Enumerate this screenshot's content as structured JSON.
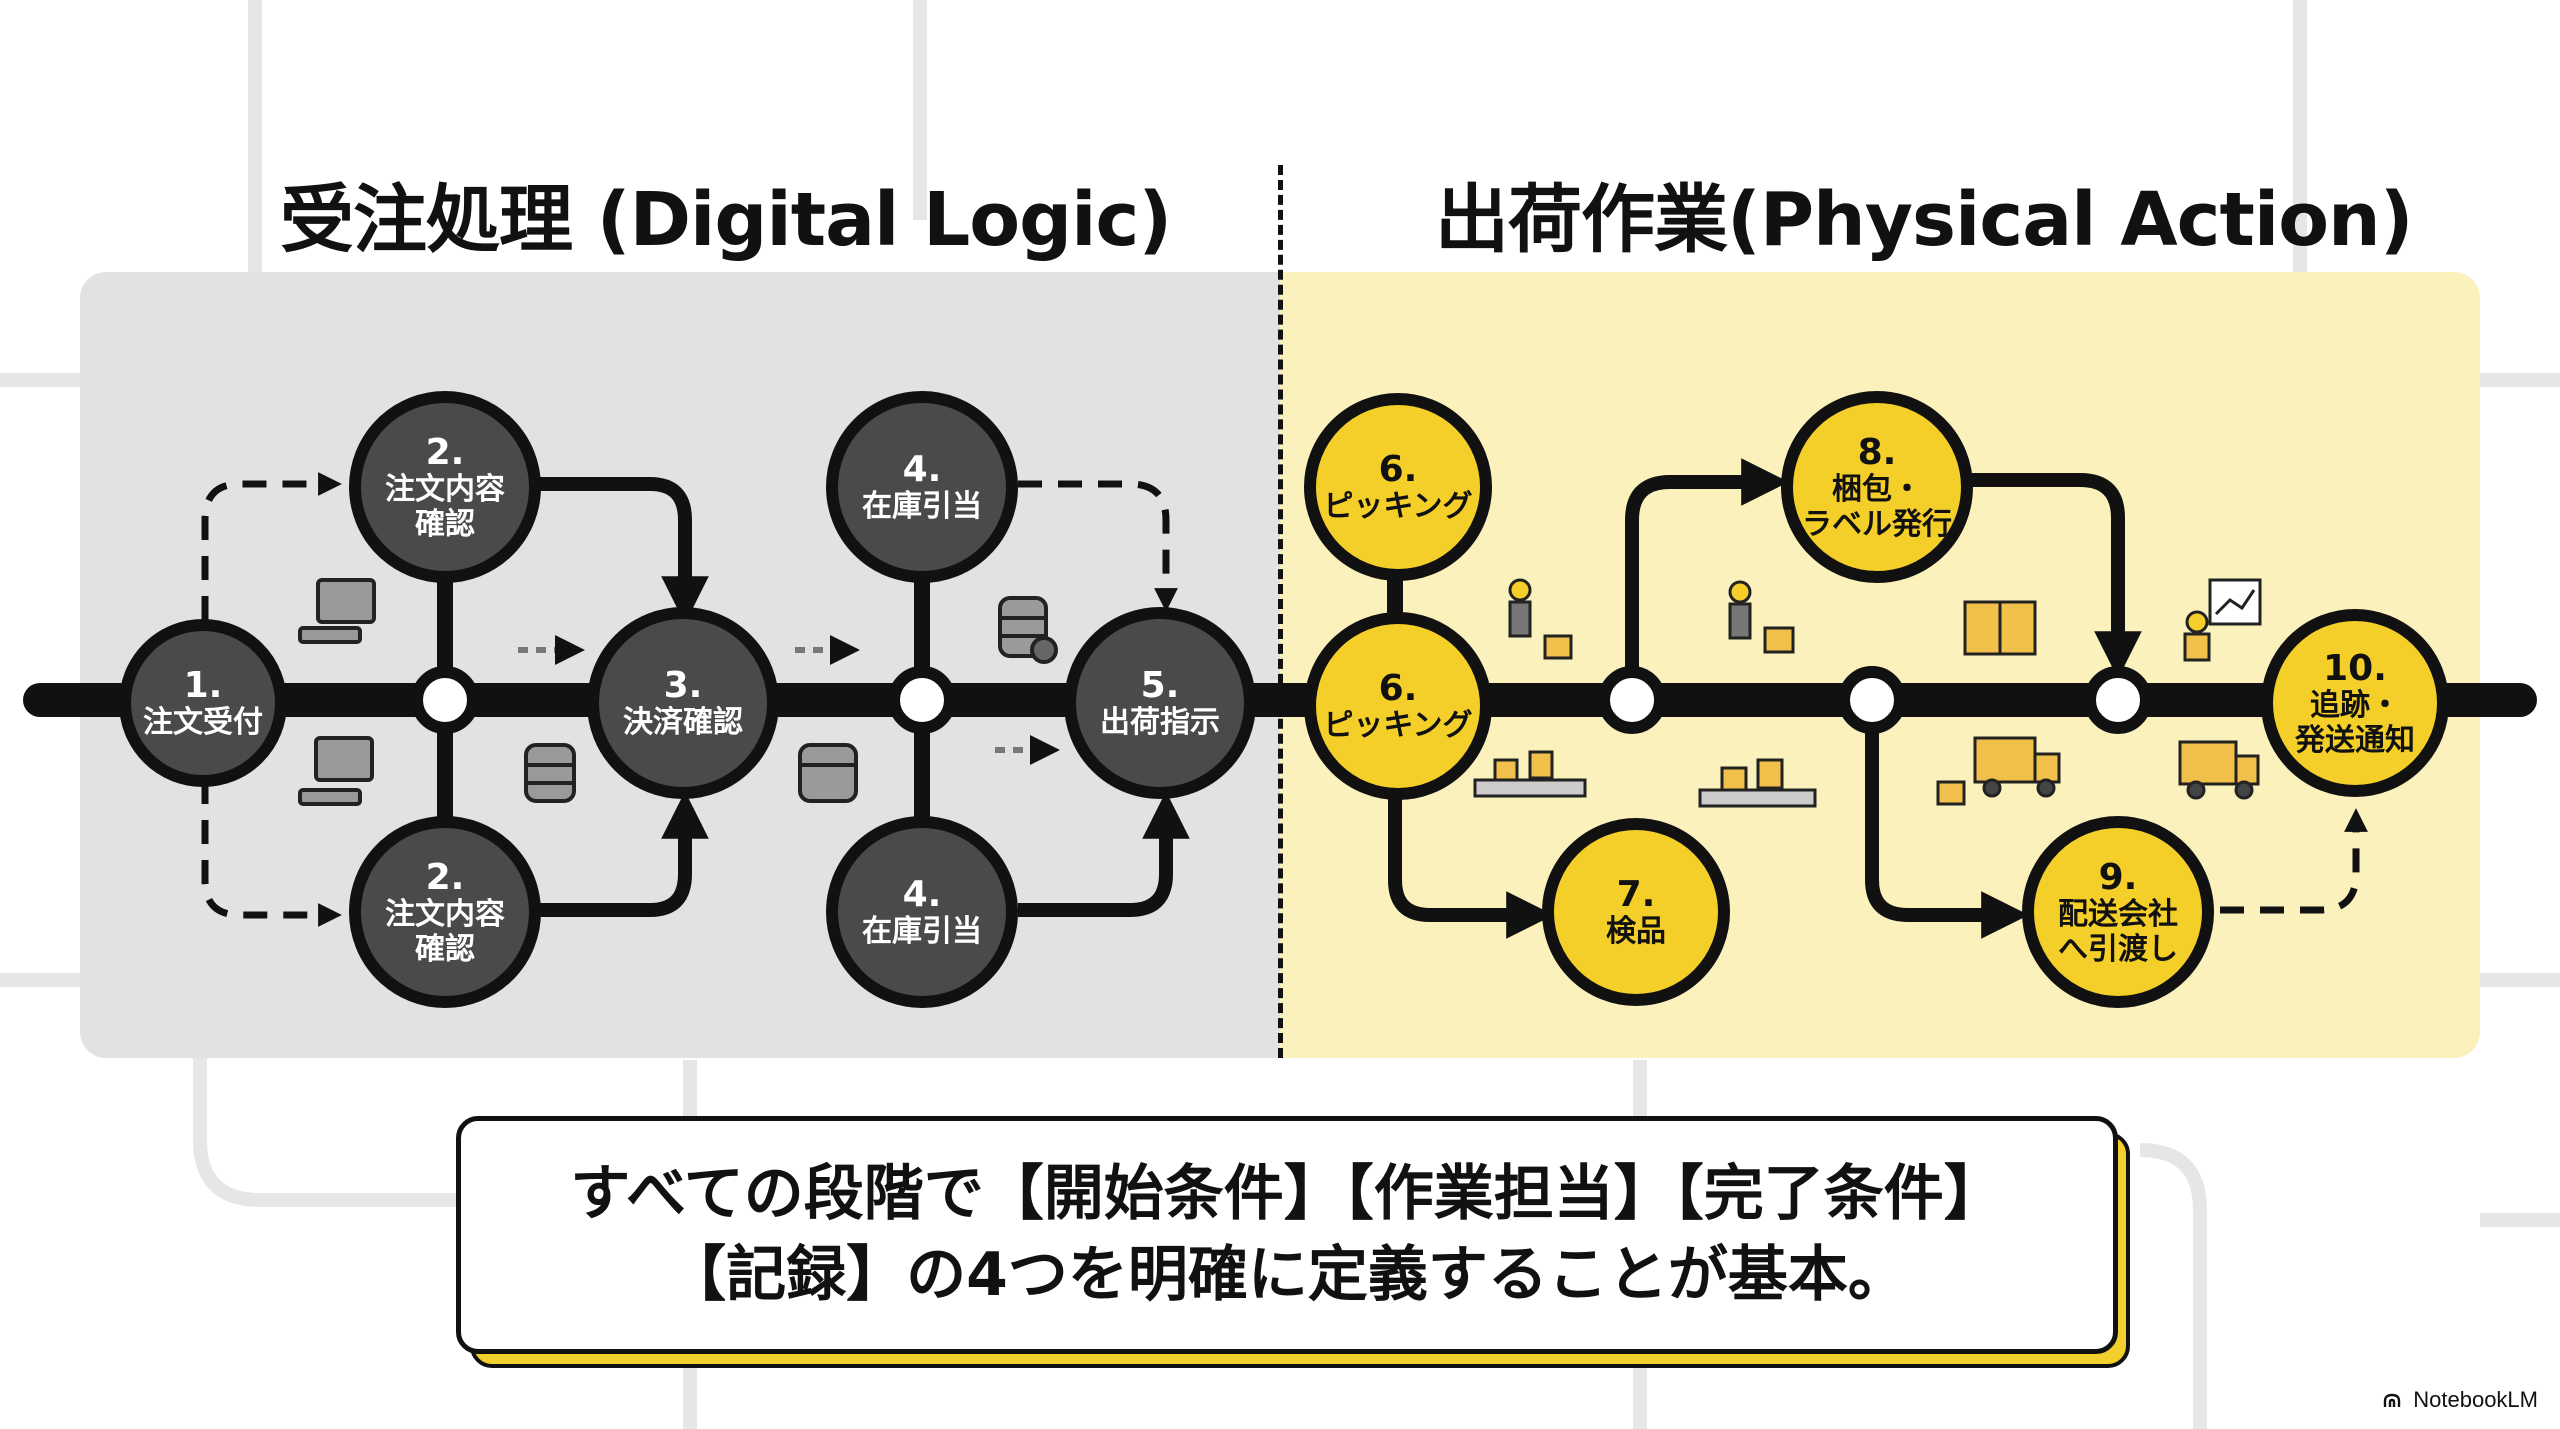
{
  "headings": {
    "left": "受注処理 (Digital Logic)",
    "right": "出荷作業(Physical Action)"
  },
  "nodes": {
    "n1": {
      "num": "1.",
      "label": "注文受付"
    },
    "n2a": {
      "num": "2.",
      "label1": "注文内容",
      "label2": "確認"
    },
    "n2b": {
      "num": "2.",
      "label1": "注文内容",
      "label2": "確認"
    },
    "n3": {
      "num": "3.",
      "label": "決済確認"
    },
    "n4a": {
      "num": "4.",
      "label": "在庫引当"
    },
    "n4b": {
      "num": "4.",
      "label": "在庫引当"
    },
    "n5": {
      "num": "5.",
      "label": "出荷指示"
    },
    "n6a": {
      "num": "6.",
      "label": "ピッキング"
    },
    "n6b": {
      "num": "6.",
      "label": "ピッキング"
    },
    "n7": {
      "num": "7.",
      "label": "検品"
    },
    "n8": {
      "num": "8.",
      "label1": "梱包・",
      "label2": "ラベル発行"
    },
    "n9": {
      "num": "9.",
      "label1": "配送会社",
      "label2": "へ引渡し"
    },
    "n10": {
      "num": "10.",
      "label1": "追跡・",
      "label2": "発送通知"
    }
  },
  "callout": {
    "line1": "すべての段階で【開始条件】【作業担当】【完了条件】",
    "line2": "【記録】の4つを明確に定義することが基本。"
  },
  "brand": "NotebookLM",
  "colors": {
    "dark_node": "#4a4a4a",
    "yellow_node": "#f5cf29",
    "left_panel": "#e2e2e2",
    "right_panel": "#fbf1bc",
    "line": "#111111"
  }
}
